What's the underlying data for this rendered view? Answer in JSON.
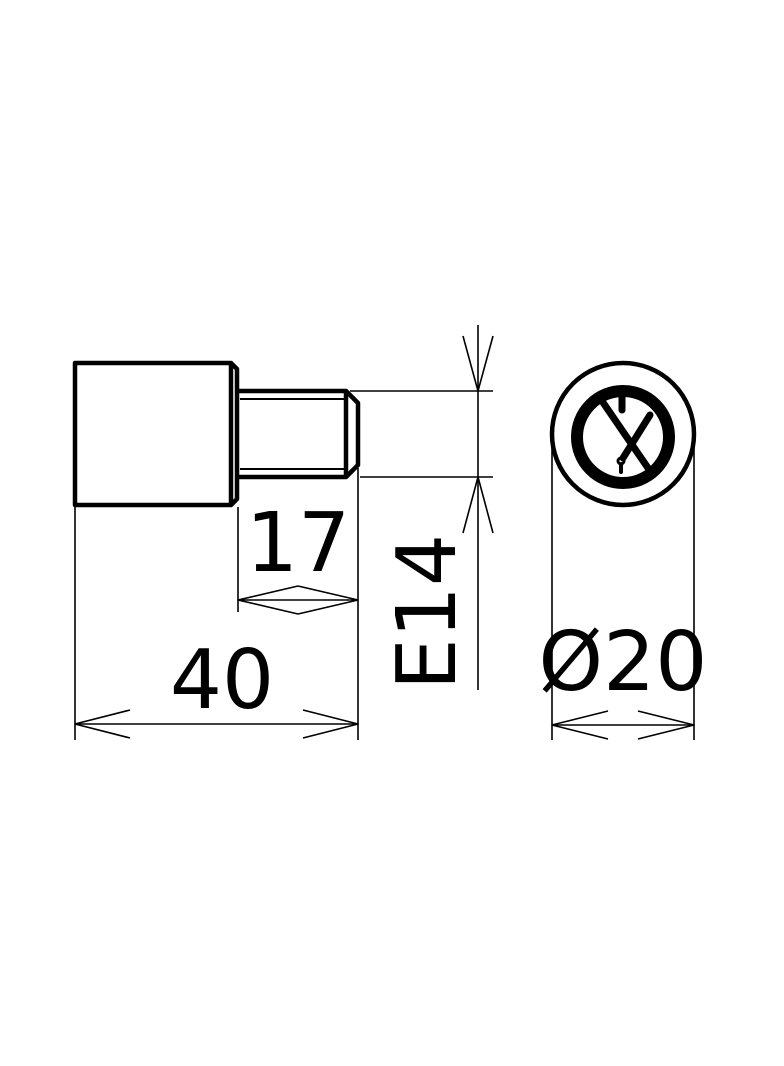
{
  "drawing": {
    "dimensions": {
      "overall_length": "40",
      "thread_length": "17",
      "thread_size": "E14",
      "diameter": "Ø20"
    },
    "end_view_symbol": "no-tools-symbol",
    "line_color": "#000000",
    "background": "#ffffff"
  }
}
